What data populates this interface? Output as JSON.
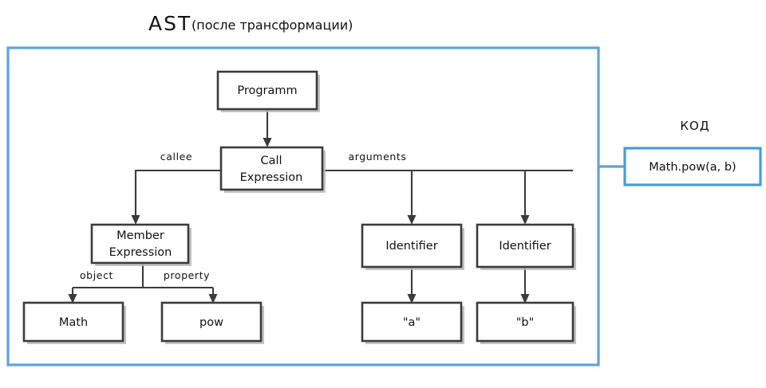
{
  "title": {
    "main": "AST",
    "sub": "(после трансформации)"
  },
  "code_panel": {
    "caption": "КОД",
    "code": "Math.pow(a, b)"
  },
  "colors": {
    "frame_blue": "#5fa2dd",
    "code_border_blue": "#4a9bd8",
    "node_border": "#3b3b3b",
    "text": "#111111",
    "background": "#ffffff"
  },
  "nodes": {
    "program": "Programm",
    "call_expression_line1": "Call",
    "call_expression_line2": "Expression",
    "member_expression_line1": "Member",
    "member_expression_line2": "Expression",
    "identifier_a": "Identifier",
    "identifier_b": "Identifier",
    "math": "Math",
    "pow": "pow",
    "literal_a": "\"a\"",
    "literal_b": "\"b\""
  },
  "edge_labels": {
    "callee": "callee",
    "arguments": "arguments",
    "object": "object",
    "property": "property"
  }
}
